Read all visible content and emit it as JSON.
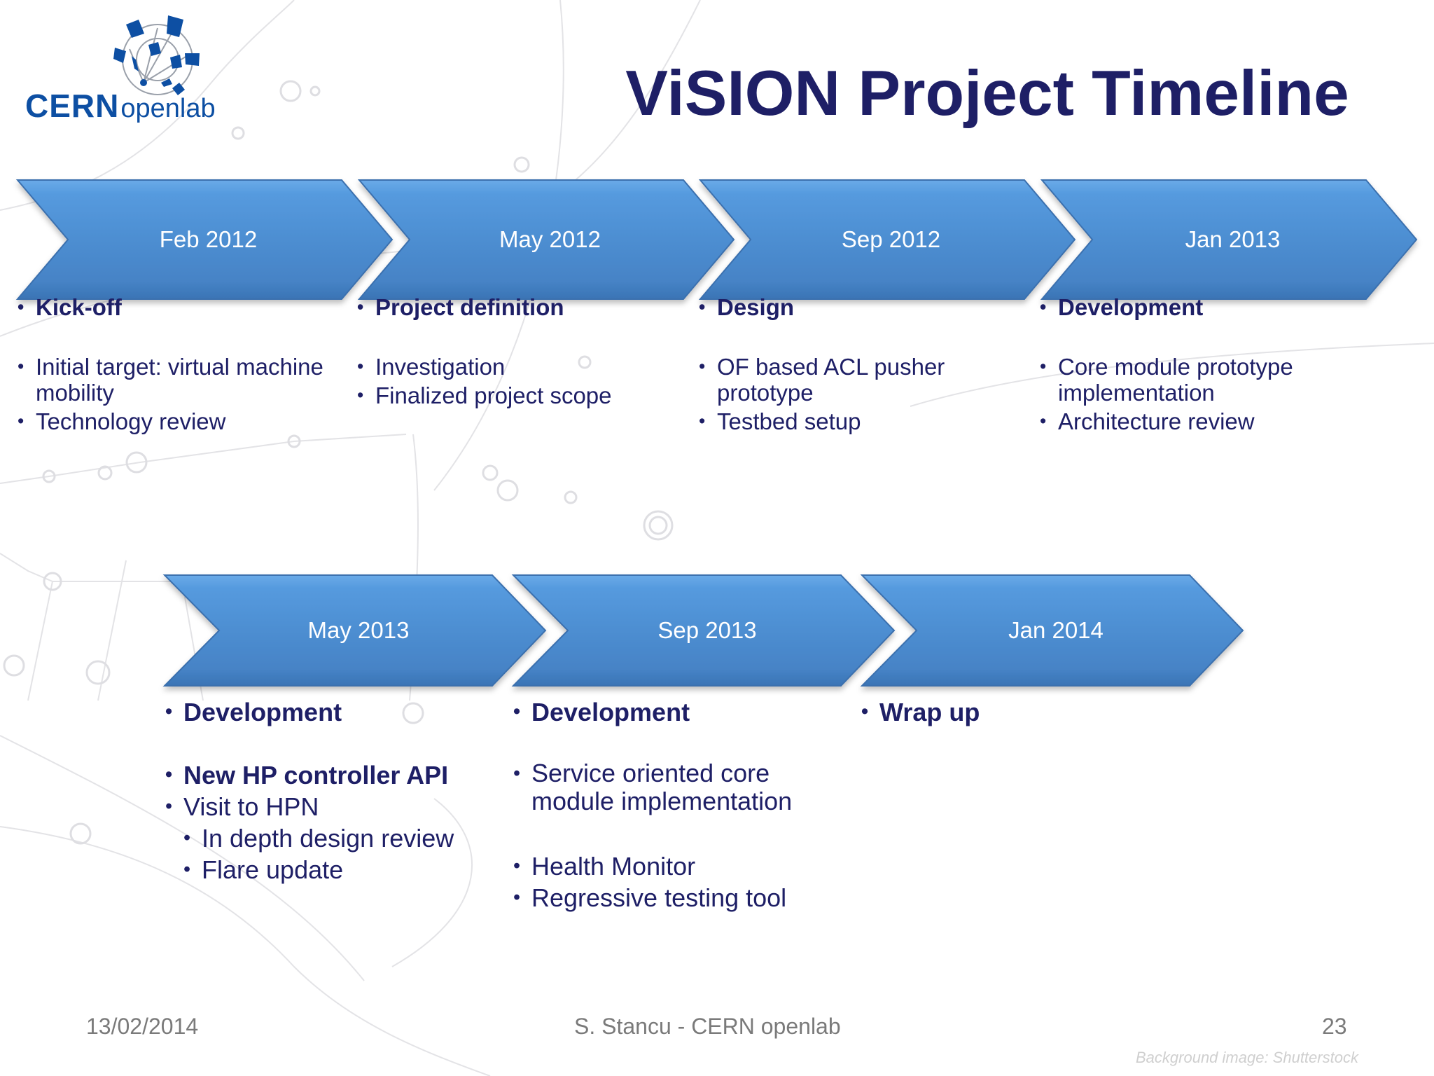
{
  "logo": {
    "brand_bold": "CERN",
    "brand_light": "openlab",
    "color": "#0d4fa3"
  },
  "title": "ViSION Project Timeline",
  "colors": {
    "title": "#1e1f66",
    "text": "#1e1f66",
    "chevron_top": "#5a9be0",
    "chevron_bottom": "#3f7fc4",
    "chevron_edge": "#2f6aad",
    "footer": "#7a7a7a",
    "credit": "#cfcfcf"
  },
  "timeline": {
    "row1": [
      {
        "date": "Feb 2012",
        "heading": "Kick-off",
        "items": [
          {
            "text": "Initial target: virtual machine mobility",
            "bold": false,
            "level": 1
          },
          {
            "text": "Technology review",
            "bold": false,
            "level": 1
          }
        ]
      },
      {
        "date": "May 2012",
        "heading": "Project definition",
        "items": [
          {
            "text": "Investigation",
            "bold": false,
            "level": 1
          },
          {
            "text": "Finalized project scope",
            "bold": false,
            "level": 1
          }
        ]
      },
      {
        "date": "Sep 2012",
        "heading": "Design",
        "items": [
          {
            "text": "OF based ACL pusher prototype",
            "bold": false,
            "level": 1
          },
          {
            "text": "Testbed setup",
            "bold": false,
            "level": 1
          }
        ]
      },
      {
        "date": "Jan 2013",
        "heading": "Development",
        "items": [
          {
            "text": "Core module prototype implementation",
            "bold": false,
            "level": 1
          },
          {
            "text": "Architecture review",
            "bold": false,
            "level": 1
          }
        ]
      }
    ],
    "row2": [
      {
        "date": "May 2013",
        "heading": "Development",
        "items": [
          {
            "text": "New HP controller API",
            "bold": true,
            "level": 1
          },
          {
            "text": "Visit to HPN",
            "bold": false,
            "level": 1
          },
          {
            "text": "In depth design review",
            "bold": false,
            "level": 2
          },
          {
            "text": "Flare update",
            "bold": false,
            "level": 2
          }
        ]
      },
      {
        "date": "Sep 2013",
        "heading": "Development",
        "items": [
          {
            "text": "Service oriented core module implementation",
            "bold": false,
            "level": 1
          },
          {
            "text": "Health Monitor",
            "bold": false,
            "level": 1
          },
          {
            "text": "Regressive testing tool",
            "bold": false,
            "level": 1
          }
        ]
      },
      {
        "date": "Jan 2014",
        "heading": "Wrap up",
        "items": []
      }
    ]
  },
  "bullet_glyph": "•",
  "footer": {
    "date": "13/02/2014",
    "author": "S. Stancu - CERN openlab",
    "page_number": "23",
    "credit": "Background image: Shutterstock"
  }
}
